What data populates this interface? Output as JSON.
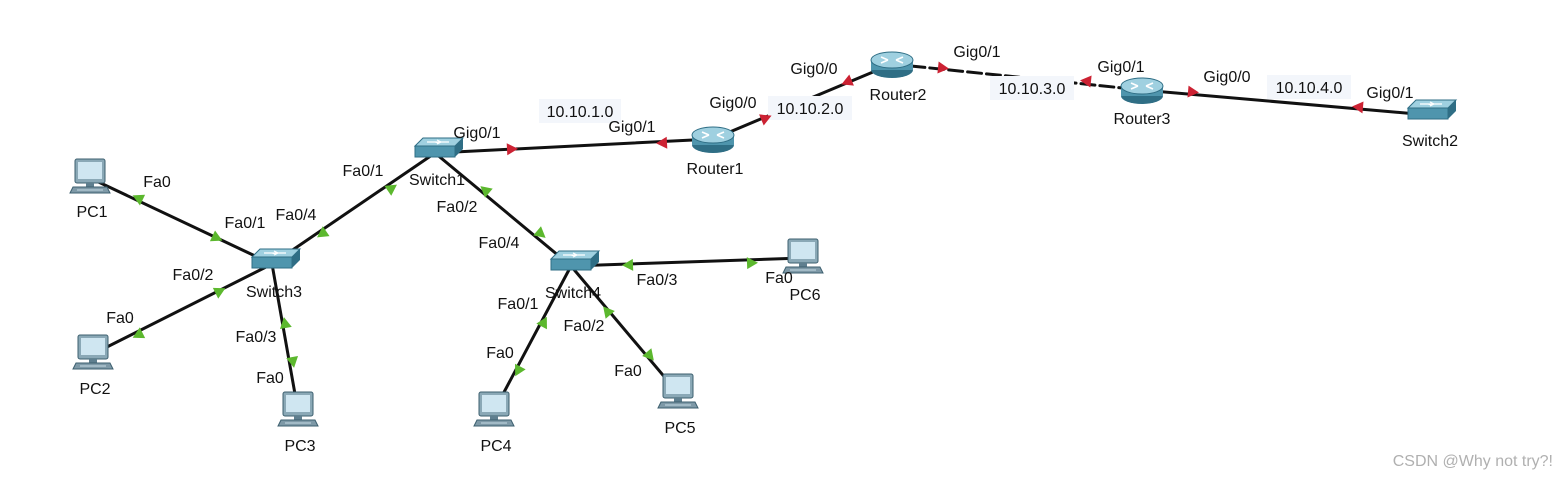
{
  "devices": {
    "pc1": {
      "name": "PC1",
      "type": "pc"
    },
    "pc2": {
      "name": "PC2",
      "type": "pc"
    },
    "pc3": {
      "name": "PC3",
      "type": "pc"
    },
    "pc4": {
      "name": "PC4",
      "type": "pc"
    },
    "pc5": {
      "name": "PC5",
      "type": "pc"
    },
    "pc6": {
      "name": "PC6",
      "type": "pc"
    },
    "switch1": {
      "name": "Switch1",
      "type": "switch"
    },
    "switch2": {
      "name": "Switch2",
      "type": "switch"
    },
    "switch3": {
      "name": "Switch3",
      "type": "switch"
    },
    "switch4": {
      "name": "Switch4",
      "type": "switch"
    },
    "router1": {
      "name": "Router1",
      "type": "router"
    },
    "router2": {
      "name": "Router2",
      "type": "router"
    },
    "router3": {
      "name": "Router3",
      "type": "router"
    }
  },
  "links": [
    {
      "from": "pc1",
      "to": "switch3",
      "from_port": "Fa0",
      "to_port": "Fa0/1",
      "status": "up"
    },
    {
      "from": "pc2",
      "to": "switch3",
      "from_port": "Fa0",
      "to_port": "Fa0/2",
      "status": "up"
    },
    {
      "from": "pc3",
      "to": "switch3",
      "from_port": "Fa0",
      "to_port": "Fa0/3",
      "status": "up"
    },
    {
      "from": "switch3",
      "to": "switch1",
      "from_port": "Fa0/4",
      "to_port": "Fa0/1",
      "status": "up"
    },
    {
      "from": "switch1",
      "to": "switch4",
      "from_port": "Fa0/2",
      "to_port": "Fa0/4",
      "status": "up"
    },
    {
      "from": "pc4",
      "to": "switch4",
      "from_port": "Fa0",
      "to_port": "Fa0/1",
      "status": "up"
    },
    {
      "from": "pc5",
      "to": "switch4",
      "from_port": "Fa0",
      "to_port": "Fa0/2",
      "status": "up"
    },
    {
      "from": "pc6",
      "to": "switch4",
      "from_port": "Fa0",
      "to_port": "Fa0/3",
      "status": "up"
    },
    {
      "from": "switch1",
      "to": "router1",
      "from_port": "Gig0/1",
      "to_port": "Gig0/1",
      "status": "down",
      "network": "10.10.1.0"
    },
    {
      "from": "router1",
      "to": "router2",
      "from_port": "Gig0/0",
      "to_port": "Gig0/0",
      "status": "down",
      "network": "10.10.2.0"
    },
    {
      "from": "router2",
      "to": "router3",
      "from_port": "Gig0/1",
      "to_port": "Gig0/1",
      "status": "down",
      "network": "10.10.3.0",
      "style": "dashed"
    },
    {
      "from": "router3",
      "to": "switch2",
      "from_port": "Gig0/0",
      "to_port": "Gig0/1",
      "status": "down",
      "network": "10.10.4.0"
    }
  ],
  "colors": {
    "link": "#111111",
    "port_up": "#5cb82e",
    "port_down": "#cc2233",
    "device_body": "#4f95ad",
    "device_light": "#9fd0e0",
    "device_dark": "#2f6e85",
    "net_label_bg": "#f3f6fb"
  },
  "watermark": "CSDN @Why not try?!"
}
